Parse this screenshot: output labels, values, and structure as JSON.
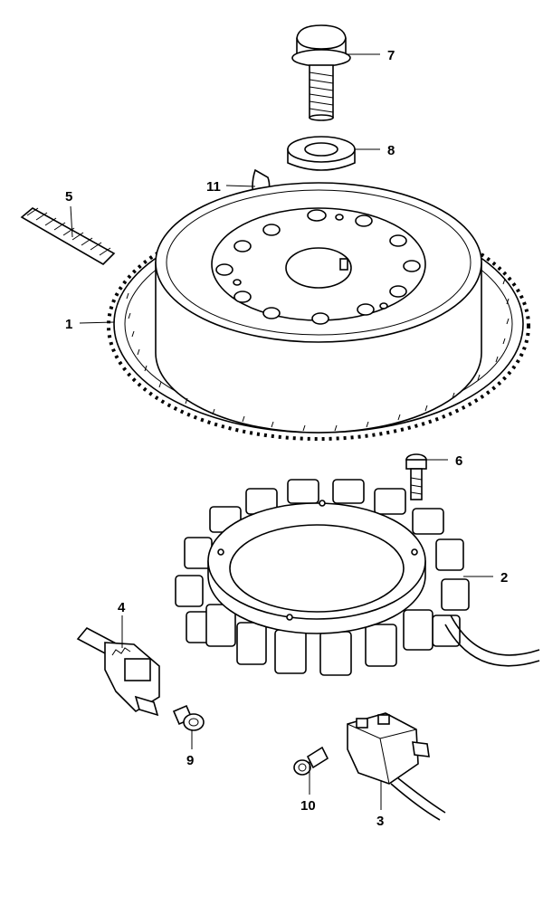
{
  "parts": [
    {
      "id": "p1",
      "label": "1",
      "name": "flywheel-rotor"
    },
    {
      "id": "p2",
      "label": "2",
      "name": "stator-coil"
    },
    {
      "id": "p3",
      "label": "3",
      "name": "pulser-coil"
    },
    {
      "id": "p4",
      "label": "4",
      "name": "sensor"
    },
    {
      "id": "p5",
      "label": "5",
      "name": "starter-drive-spring"
    },
    {
      "id": "p6",
      "label": "6",
      "name": "stator-bolt"
    },
    {
      "id": "p7",
      "label": "7",
      "name": "flywheel-bolt"
    },
    {
      "id": "p8",
      "label": "8",
      "name": "washer"
    },
    {
      "id": "p9",
      "label": "9",
      "name": "sensor-screw"
    },
    {
      "id": "p10",
      "label": "10",
      "name": "pulser-screw"
    },
    {
      "id": "p11",
      "label": "11",
      "name": "woodruff-key"
    }
  ]
}
